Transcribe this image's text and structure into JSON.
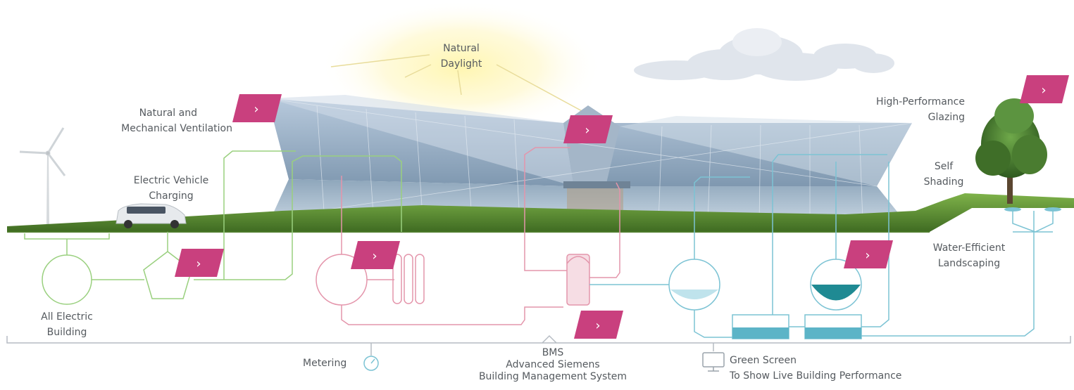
{
  "labels": {
    "natural_daylight": [
      "Natural",
      "Daylight"
    ],
    "ventilation": [
      "Natural and",
      "Mechanical Ventilation"
    ],
    "ev_charging": [
      "Electric Vehicle",
      "Charging"
    ],
    "all_electric": [
      "All Electric",
      "Building"
    ],
    "glazing": [
      "High-Performance",
      "Glazing"
    ],
    "self_shading": [
      "Self",
      "Shading"
    ],
    "water_landscaping": [
      "Water-Efficient",
      "Landscaping"
    ],
    "metering": "Metering",
    "bms": [
      "BMS",
      "Advanced Siemens",
      "Building Management System"
    ],
    "green_screen": [
      "Green Screen",
      "To Show Live Building Performance"
    ]
  },
  "hotspot_glyph": "›",
  "colors": {
    "hotspot": "#c9407e",
    "green_system": "#9ad07f",
    "pink_system": "#e495ab",
    "blue_system": "#7cc3d4",
    "teal_tank": "#1f8a93",
    "label_text": "#555a5f"
  }
}
